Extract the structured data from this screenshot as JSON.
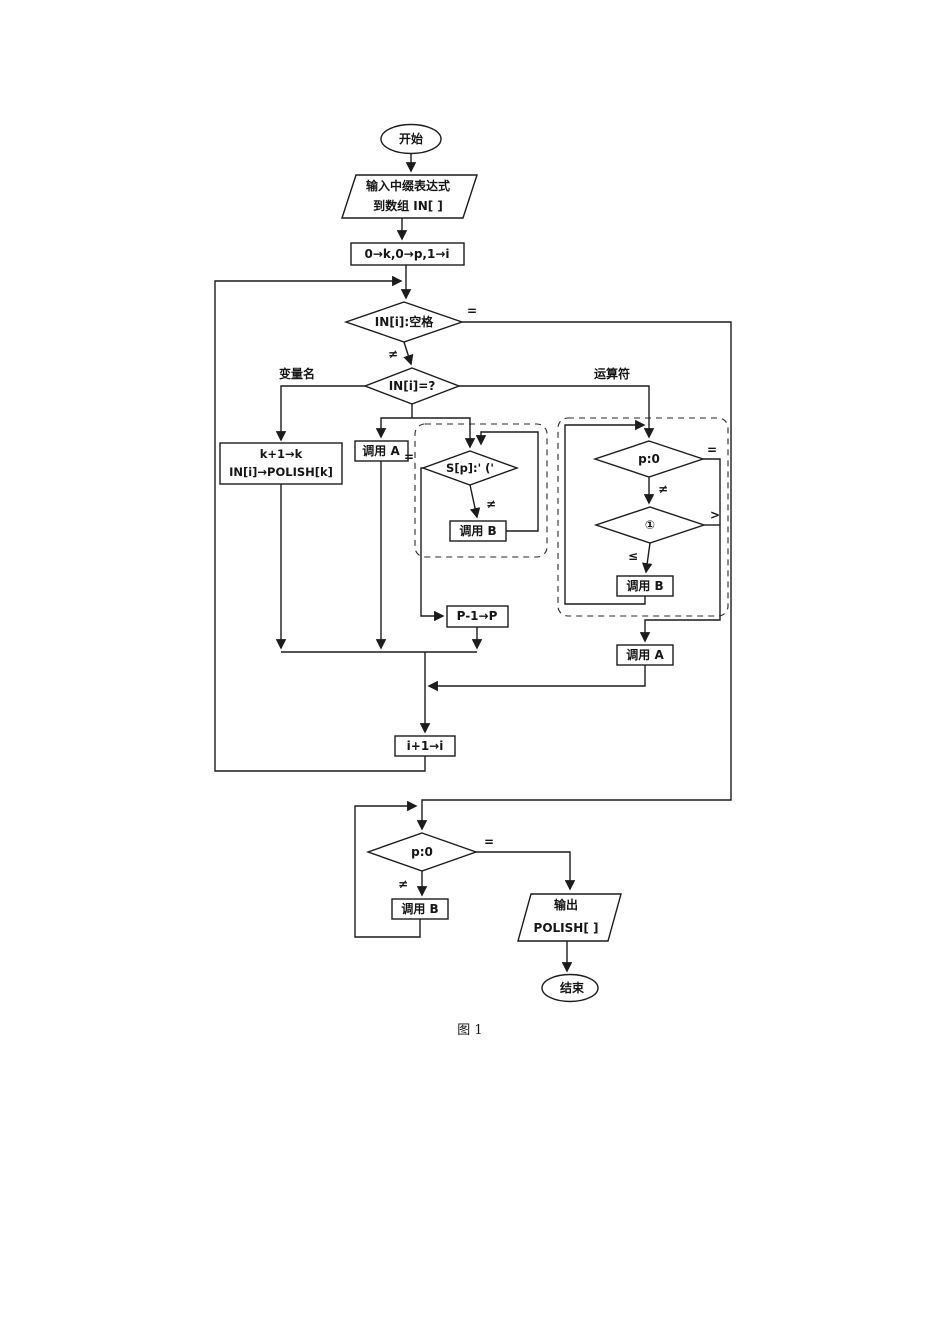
{
  "figure": {
    "caption": "图 1",
    "background": "#ffffff",
    "ink": "#1c1c1c"
  },
  "nodes": {
    "start": "开始",
    "input_line1": "输入中缀表达式",
    "input_line2": "到数组 IN[ ]",
    "init": "0→k,0→p,1→i",
    "check_space": "IN[i]:空格",
    "check_char": "IN[i]=?",
    "var_line1": "k+1→k",
    "var_line2": "IN[i]→POLISH[k]",
    "call_a1": "调用 A",
    "check_stack": "S[p]:' ('",
    "call_b1": "调用 B",
    "pop": "P-1→P",
    "check_p1": "p:0",
    "check_priority": "①",
    "call_b2": "调用 B",
    "call_a2": "调用 A",
    "inc_i": "i+1→i",
    "check_p2": "p:0",
    "call_b3": "调用 B",
    "output_line1": "输出",
    "output_line2": "POLISH[ ]",
    "end": "结束"
  },
  "branches": {
    "space_eq": "=",
    "space_ne": "≠",
    "var_name": "变量名",
    "operator": "运算符",
    "stack_eq": "=",
    "stack_ne": "≠",
    "p1_eq": "=",
    "p1_ne": "≠",
    "prio_gt": ">",
    "prio_le": "≤",
    "p2_eq": "=",
    "p2_ne": "≠"
  }
}
